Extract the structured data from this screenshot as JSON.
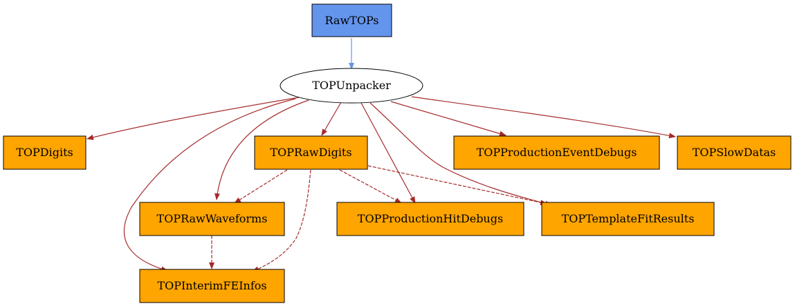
{
  "colors": {
    "input_fill": "#6495ed",
    "module_fill": "#ffffff",
    "output_fill": "#ffa500",
    "node_stroke": "#000000",
    "input_edge": "#6495ed",
    "output_edge": "#a52a2a"
  },
  "nodes": {
    "rawtops": {
      "label": "RawTOPs",
      "kind": "input",
      "shape": "box"
    },
    "unpacker": {
      "label": "TOPUnpacker",
      "kind": "module",
      "shape": "ellipse"
    },
    "digits": {
      "label": "TOPDigits",
      "kind": "output",
      "shape": "box"
    },
    "rawdigits": {
      "label": "TOPRawDigits",
      "kind": "output",
      "shape": "box"
    },
    "prodevent": {
      "label": "TOPProductionEventDebugs",
      "kind": "output",
      "shape": "box"
    },
    "slowdatas": {
      "label": "TOPSlowDatas",
      "kind": "output",
      "shape": "box"
    },
    "rawwaveforms": {
      "label": "TOPRawWaveforms",
      "kind": "output",
      "shape": "box"
    },
    "prodhit": {
      "label": "TOPProductionHitDebugs",
      "kind": "output",
      "shape": "box"
    },
    "templatefit": {
      "label": "TOPTemplateFitResults",
      "kind": "output",
      "shape": "box"
    },
    "interim": {
      "label": "TOPInterimFEInfos",
      "kind": "output",
      "shape": "box"
    }
  },
  "edges": [
    {
      "from": "rawtops",
      "to": "unpacker",
      "style": "solid",
      "kind": "input"
    },
    {
      "from": "unpacker",
      "to": "digits",
      "style": "solid",
      "kind": "output"
    },
    {
      "from": "unpacker",
      "to": "rawdigits",
      "style": "solid",
      "kind": "output"
    },
    {
      "from": "unpacker",
      "to": "prodevent",
      "style": "solid",
      "kind": "output"
    },
    {
      "from": "unpacker",
      "to": "slowdatas",
      "style": "solid",
      "kind": "output"
    },
    {
      "from": "unpacker",
      "to": "rawwaveforms",
      "style": "solid",
      "kind": "output"
    },
    {
      "from": "unpacker",
      "to": "interim",
      "style": "solid",
      "kind": "output"
    },
    {
      "from": "unpacker",
      "to": "prodhit",
      "style": "solid",
      "kind": "output"
    },
    {
      "from": "unpacker",
      "to": "templatefit",
      "style": "solid",
      "kind": "output"
    },
    {
      "from": "rawdigits",
      "to": "rawwaveforms",
      "style": "dashed",
      "kind": "output"
    },
    {
      "from": "rawdigits",
      "to": "interim",
      "style": "dashed",
      "kind": "output"
    },
    {
      "from": "rawdigits",
      "to": "prodhit",
      "style": "dashed",
      "kind": "output"
    },
    {
      "from": "rawdigits",
      "to": "templatefit",
      "style": "dashed",
      "kind": "output"
    },
    {
      "from": "rawwaveforms",
      "to": "interim",
      "style": "dashed",
      "kind": "output"
    }
  ]
}
